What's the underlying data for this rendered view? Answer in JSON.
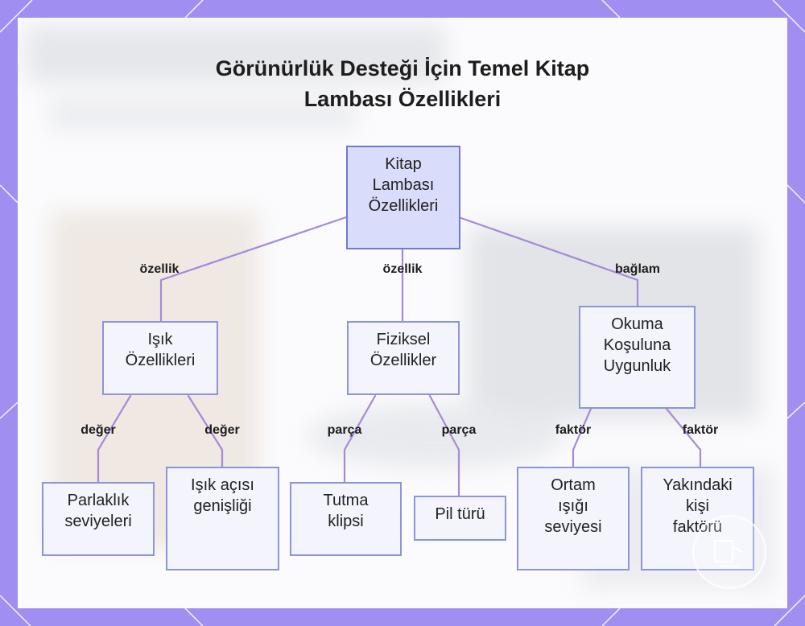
{
  "title_lines": [
    "Görünürlük Desteği İçin Temel Kitap",
    "Lambası Özellikleri"
  ],
  "nodes": {
    "root": [
      "Kitap",
      "Lambası",
      "Özellikleri"
    ],
    "light": [
      "Işık",
      "Özellikleri"
    ],
    "physical": [
      "Fiziksel",
      "Özellikler"
    ],
    "reading": [
      "Okuma",
      "Koşuluna",
      "Uygunluk"
    ],
    "brightness": [
      "Parlaklık",
      "seviyeleri"
    ],
    "beam": [
      "Işık açısı",
      "genişliği"
    ],
    "clip": [
      "Tutma",
      "klipsi"
    ],
    "battery": [
      "Pil türü"
    ],
    "ambient": [
      "Ortam",
      "ışığı",
      "seviyesi"
    ],
    "nearby": [
      "Yakındaki",
      "kişi",
      "faktörü"
    ]
  },
  "edge_labels": {
    "root_light": "özellik",
    "root_physical": "özellik",
    "root_reading": "bağlam",
    "light_brightness": "değer",
    "light_beam": "değer",
    "physical_clip": "parça",
    "physical_battery": "parça",
    "reading_ambient": "faktör",
    "reading_nearby": "faktör"
  },
  "colors": {
    "frame": "#a08ff0",
    "edge": "#a68ad8",
    "node_border": "#8b95d8",
    "node_fill": "#f3f4fc",
    "root_fill": "#d9dcfa"
  },
  "icons": [
    "watermark-badge-icon"
  ]
}
